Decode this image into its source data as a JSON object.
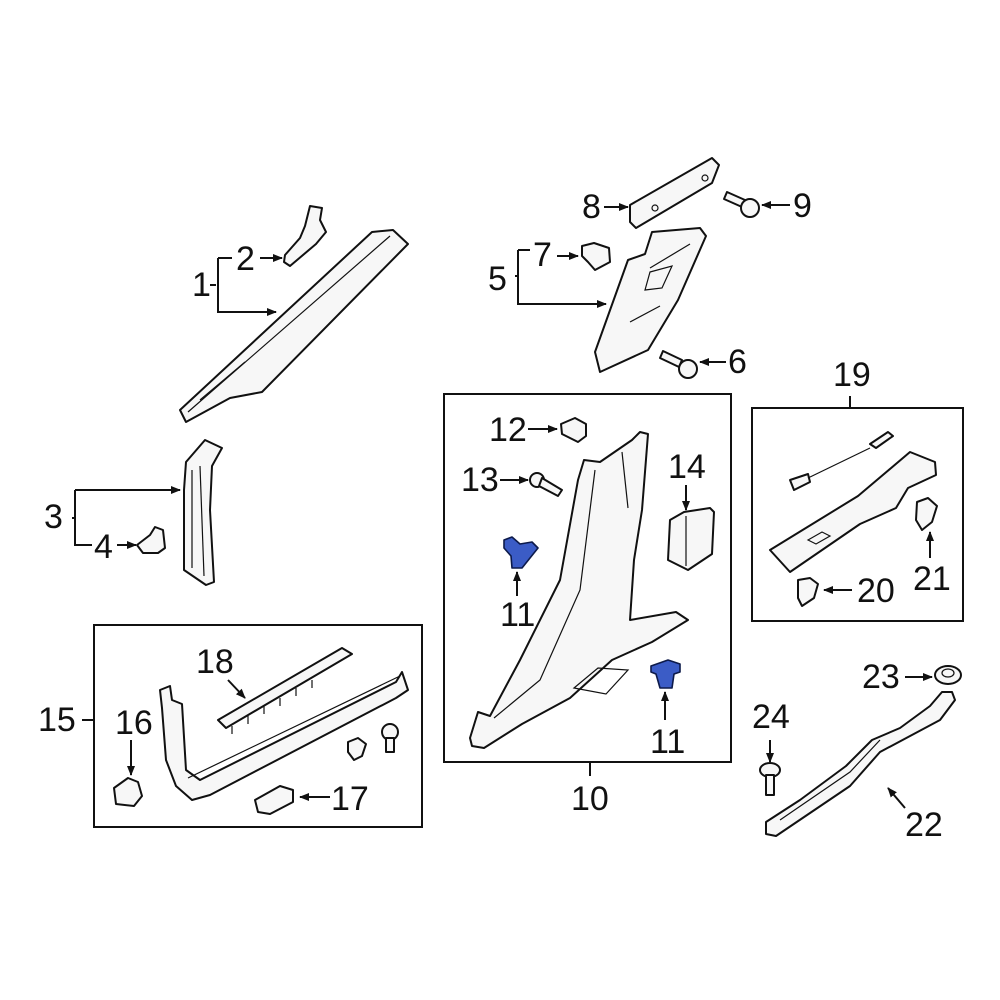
{
  "diagram": {
    "type": "exploded-parts-diagram",
    "highlight_color": "#3b5cc6",
    "line_color": "#111111",
    "background": "#ffffff"
  },
  "callouts": [
    {
      "id": "1",
      "label": "1"
    },
    {
      "id": "2",
      "label": "2"
    },
    {
      "id": "3",
      "label": "3"
    },
    {
      "id": "4",
      "label": "4"
    },
    {
      "id": "5",
      "label": "5"
    },
    {
      "id": "6",
      "label": "6"
    },
    {
      "id": "7",
      "label": "7"
    },
    {
      "id": "8",
      "label": "8"
    },
    {
      "id": "9",
      "label": "9"
    },
    {
      "id": "10",
      "label": "10"
    },
    {
      "id": "11a",
      "label": "11"
    },
    {
      "id": "11b",
      "label": "11"
    },
    {
      "id": "12",
      "label": "12"
    },
    {
      "id": "13",
      "label": "13"
    },
    {
      "id": "14",
      "label": "14"
    },
    {
      "id": "15",
      "label": "15"
    },
    {
      "id": "16",
      "label": "16"
    },
    {
      "id": "17",
      "label": "17"
    },
    {
      "id": "18",
      "label": "18"
    },
    {
      "id": "19",
      "label": "19"
    },
    {
      "id": "20",
      "label": "20"
    },
    {
      "id": "21",
      "label": "21"
    },
    {
      "id": "22",
      "label": "22"
    },
    {
      "id": "23",
      "label": "23"
    },
    {
      "id": "24",
      "label": "24"
    }
  ],
  "highlighted_parts": [
    "11"
  ]
}
